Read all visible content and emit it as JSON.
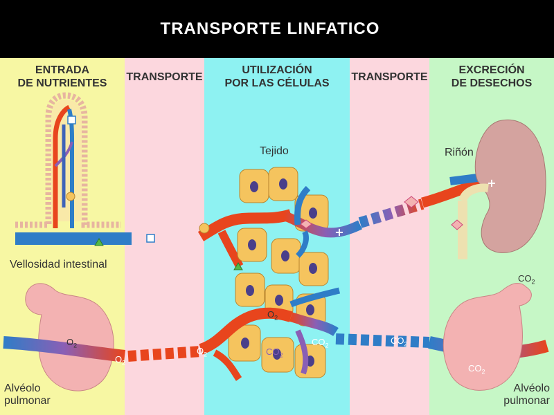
{
  "title": "TRANSPORTE LINFATICO",
  "sections": [
    {
      "label_lines": [
        "ENTRADA",
        "DE NUTRIENTES"
      ],
      "color": "#F7F7A3"
    },
    {
      "label_lines": [
        "TRANSPORTE"
      ],
      "color": "#FCD7DE"
    },
    {
      "label_lines": [
        "UTILIZACIÓN",
        "POR LAS CÉLULAS"
      ],
      "color": "#8EF2F2"
    },
    {
      "label_lines": [
        "TRANSPORTE"
      ],
      "color": "#FCD7DE"
    },
    {
      "label_lines": [
        "EXCRECIÓN",
        "DE DESECHOS"
      ],
      "color": "#C6F7C6"
    }
  ],
  "labels": {
    "tissue": "Tejido",
    "kidney": "Riñón",
    "intestinal_villus": "Vellosidad intestinal",
    "alveolus_left": [
      "Alvéolo",
      "pulmonar"
    ],
    "alveolus_right": [
      "Alvéolo",
      "pulmonar"
    ]
  },
  "gases": {
    "o2": {
      "base": "O",
      "sub": "2"
    },
    "co2": {
      "base": "CO",
      "sub": "2"
    }
  },
  "colors": {
    "artery": "#E8451D",
    "vein": "#2F7DC7",
    "mixed": "#8A5FB5",
    "cell": "#F5C45E",
    "nucleus": "#4A3F8A",
    "kidney": "#D4A39F",
    "alveolus": "#F3B2B2"
  }
}
